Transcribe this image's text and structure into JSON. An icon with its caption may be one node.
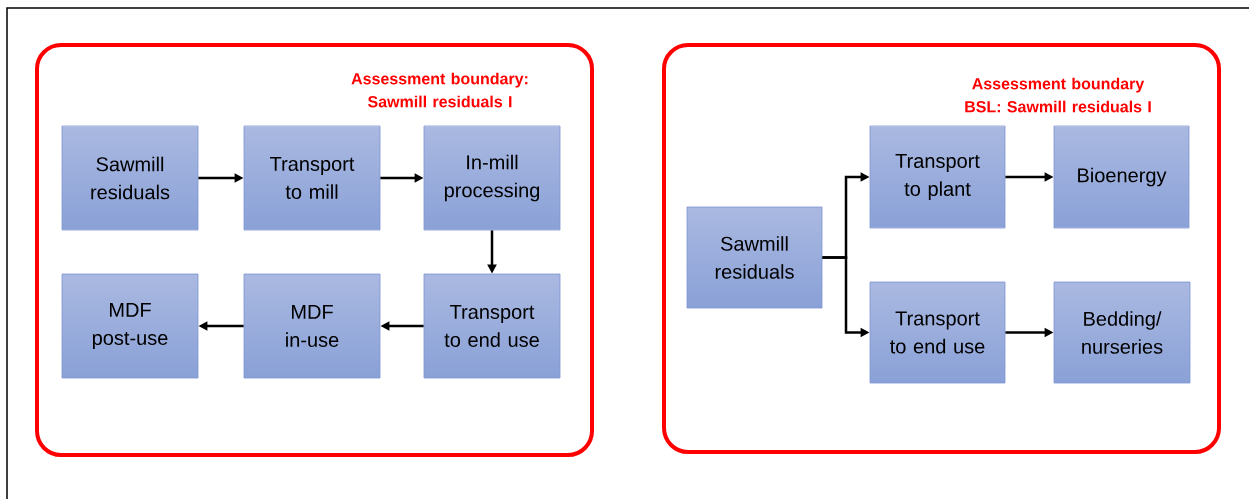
{
  "diagram": {
    "nodes": [
      {
        "text": [
          "Assessment boundary: Sawmill residuals I"
        ]
      },
      {
        "text": [
          "Sawmill residuals"
        ],
        "in": 0
      },
      {
        "text": [
          "Transport to mill"
        ],
        "in": 0
      },
      {
        "text": [
          "In-mill processing"
        ],
        "in": 0
      },
      {
        "text": [
          "MDF post-use"
        ],
        "in": 0
      },
      {
        "text": [
          "MDF in-use"
        ],
        "in": 0
      },
      {
        "text": [
          "Transport to end use"
        ],
        "in": 0
      },
      {
        "text": [
          "Assessment boundary BSL: Sawmill residuals I"
        ]
      },
      {
        "text": [
          "Sawmill residuals"
        ],
        "in": 7
      },
      {
        "text": [
          "Transport to plant"
        ],
        "in": 7
      },
      {
        "text": [
          "Bioenergy"
        ],
        "in": 7
      },
      {
        "text": [
          "Transport to end use"
        ],
        "in": 7
      },
      {
        "text": [
          "Bedding/ nurseries"
        ],
        "in": 7
      }
    ],
    "edges": [
      {
        "from": 1,
        "to": 2,
        "arrow": "to"
      },
      {
        "from": 2,
        "to": 3,
        "arrow": "to"
      },
      {
        "from": 3,
        "to": 6,
        "arrow": "to"
      },
      {
        "from": 6,
        "to": 5,
        "arrow": "to"
      },
      {
        "from": 5,
        "to": 4,
        "arrow": "to"
      },
      {
        "from": 8,
        "to": 9,
        "arrow": "to"
      },
      {
        "from": 8,
        "to": 11,
        "arrow": "to"
      },
      {
        "from": 9,
        "to": 10,
        "arrow": "to"
      },
      {
        "from": 11,
        "to": 12,
        "arrow": "to"
      }
    ]
  }
}
